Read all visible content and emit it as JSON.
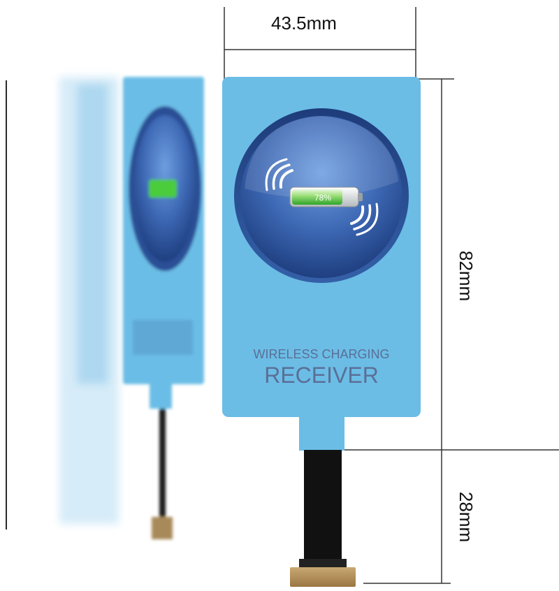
{
  "product": {
    "line1": "WIRELESS CHARGING",
    "line2": "RECEIVER",
    "battery_level": "78%",
    "battery_level_fraction": 0.78
  },
  "dimensions": {
    "width": "43.5mm",
    "height": "82mm",
    "cable_length": "28mm"
  },
  "colors": {
    "card": "#6bbde6",
    "circle_dark": "#2b4f96",
    "circle_light": "#5b8ed6",
    "battery_green": "#35c32c",
    "cable": "#111111",
    "connector": "#b08d57"
  }
}
